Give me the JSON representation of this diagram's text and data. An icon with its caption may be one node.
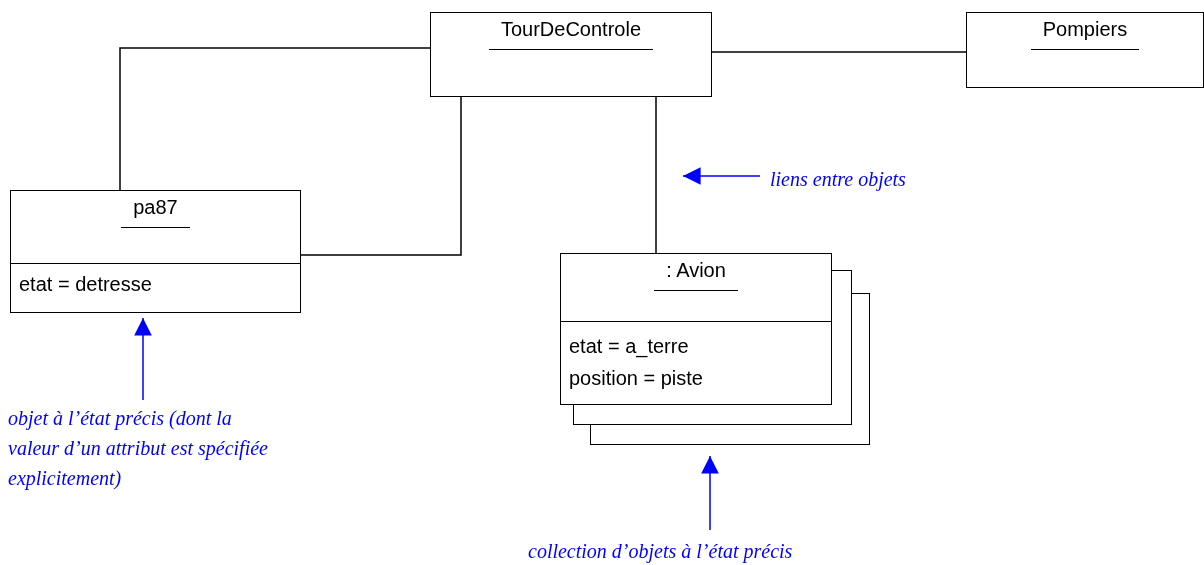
{
  "diagram": {
    "nodes": [
      {
        "text": [
          "TourDeControle"
        ]
      },
      {
        "text": [
          "Pompiers"
        ]
      },
      {
        "text": [
          "pa87",
          "etat = detresse"
        ]
      },
      {
        "text": [
          ": Avion",
          "etat = a_terre",
          "position = piste"
        ]
      },
      {
        "text": [
          "liens entre objets"
        ]
      },
      {
        "text": [
          "objet à l’état précis (dont la valeur d’un attribut est spécifiée explicitement)"
        ]
      },
      {
        "text": [
          "collection d’objets à l’état précis"
        ]
      }
    ],
    "edges": [
      {
        "from": 0,
        "to": 2,
        "arrow": "none"
      },
      {
        "from": 0,
        "to": 2,
        "arrow": "none"
      },
      {
        "from": 0,
        "to": 1,
        "arrow": "none"
      },
      {
        "from": 0,
        "to": 3,
        "arrow": "none"
      },
      {
        "from": 4,
        "to": null,
        "arrow": "to",
        "color": "#0000ff"
      },
      {
        "from": 5,
        "to": 2,
        "arrow": "to",
        "color": "#0000ff"
      },
      {
        "from": 6,
        "to": 3,
        "arrow": "to",
        "color": "#0000ff"
      }
    ]
  }
}
